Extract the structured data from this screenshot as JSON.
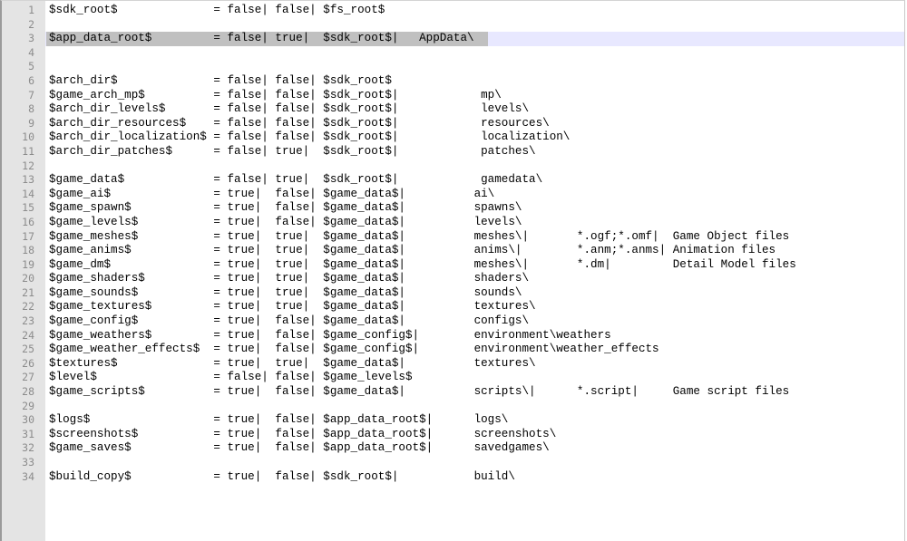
{
  "editor": {
    "lines": [
      {
        "number": "1",
        "text": "$sdk_root$              = false| false| $fs_root$"
      },
      {
        "number": "2",
        "text": ""
      },
      {
        "number": "3",
        "text": "$app_data_root$         = false| true|  $sdk_root$|   AppData\\"
      },
      {
        "number": "4",
        "text": ""
      },
      {
        "number": "5",
        "text": ""
      },
      {
        "number": "6",
        "text": "$arch_dir$              = false| false| $sdk_root$"
      },
      {
        "number": "7",
        "text": "$game_arch_mp$          = false| false| $sdk_root$|            mp\\"
      },
      {
        "number": "8",
        "text": "$arch_dir_levels$       = false| false| $sdk_root$|            levels\\"
      },
      {
        "number": "9",
        "text": "$arch_dir_resources$    = false| false| $sdk_root$|            resources\\"
      },
      {
        "number": "10",
        "text": "$arch_dir_localization$ = false| false| $sdk_root$|            localization\\"
      },
      {
        "number": "11",
        "text": "$arch_dir_patches$      = false| true|  $sdk_root$|            patches\\"
      },
      {
        "number": "12",
        "text": ""
      },
      {
        "number": "13",
        "text": "$game_data$             = false| true|  $sdk_root$|            gamedata\\"
      },
      {
        "number": "14",
        "text": "$game_ai$               = true|  false| $game_data$|          ai\\"
      },
      {
        "number": "15",
        "text": "$game_spawn$            = true|  false| $game_data$|          spawns\\"
      },
      {
        "number": "16",
        "text": "$game_levels$           = true|  false| $game_data$|          levels\\"
      },
      {
        "number": "17",
        "text": "$game_meshes$           = true|  true|  $game_data$|          meshes\\|       *.ogf;*.omf|  Game Object files"
      },
      {
        "number": "18",
        "text": "$game_anims$            = true|  true|  $game_data$|          anims\\|        *.anm;*.anms| Animation files"
      },
      {
        "number": "19",
        "text": "$game_dm$               = true|  true|  $game_data$|          meshes\\|       *.dm|         Detail Model files"
      },
      {
        "number": "20",
        "text": "$game_shaders$          = true|  true|  $game_data$|          shaders\\"
      },
      {
        "number": "21",
        "text": "$game_sounds$           = true|  true|  $game_data$|          sounds\\"
      },
      {
        "number": "22",
        "text": "$game_textures$         = true|  true|  $game_data$|          textures\\"
      },
      {
        "number": "23",
        "text": "$game_config$           = true|  false| $game_data$|          configs\\"
      },
      {
        "number": "24",
        "text": "$game_weathers$         = true|  false| $game_config$|        environment\\weathers"
      },
      {
        "number": "25",
        "text": "$game_weather_effects$  = true|  false| $game_config$|        environment\\weather_effects"
      },
      {
        "number": "26",
        "text": "$textures$              = true|  true|  $game_data$|          textures\\"
      },
      {
        "number": "27",
        "text": "$level$                 = false| false| $game_levels$"
      },
      {
        "number": "28",
        "text": "$game_scripts$          = true|  false| $game_data$|          scripts\\|      *.script|     Game script files"
      },
      {
        "number": "29",
        "text": ""
      },
      {
        "number": "30",
        "text": "$logs$                  = true|  false| $app_data_root$|      logs\\"
      },
      {
        "number": "31",
        "text": "$screenshots$           = true|  false| $app_data_root$|      screenshots\\"
      },
      {
        "number": "32",
        "text": "$game_saves$            = true|  false| $app_data_root$|      savedgames\\"
      },
      {
        "number": "33",
        "text": ""
      },
      {
        "number": "34",
        "text": "$build_copy$            = true|  false| $sdk_root$|           build\\"
      }
    ]
  },
  "colors": {
    "gutter": "#e4e4e4",
    "line_number": "#8c8c8c",
    "current_line": "#e8e8ff",
    "selection": "#c0c0c0"
  }
}
